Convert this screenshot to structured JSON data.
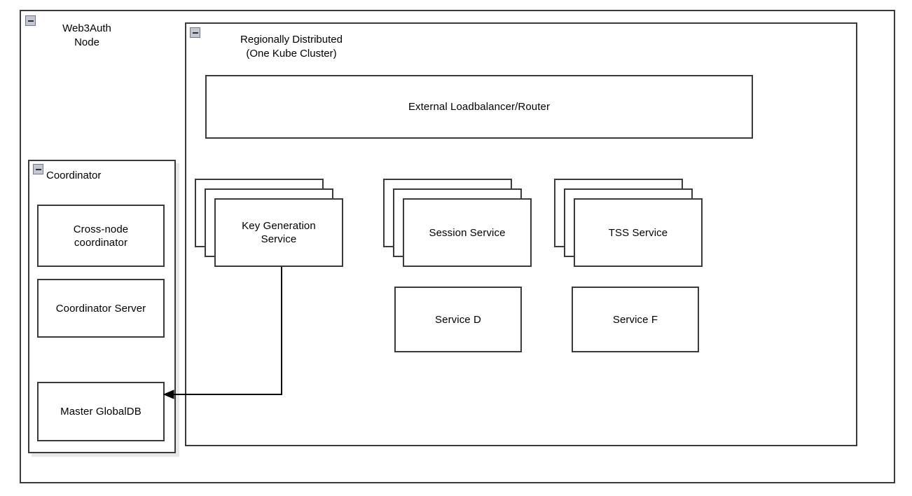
{
  "diagram": {
    "outer_node": {
      "title": "Web3Auth\nNode",
      "collapse_icon": "minus-box-icon"
    },
    "cluster": {
      "title": "Regionally Distributed\n(One Kube Cluster)",
      "collapse_icon": "minus-box-icon"
    },
    "coordinator": {
      "title": "Coordinator",
      "collapse_icon": "minus-box-icon",
      "children": [
        {
          "label": "Cross-node\ncoordinator"
        },
        {
          "label": "Coordinator Server"
        },
        {
          "label": "Master GlobalDB"
        }
      ]
    },
    "loadbalancer": {
      "label": "External Loadbalancer/Router"
    },
    "replica_services": [
      {
        "label": "Key Generation\nService",
        "replicas": 3
      },
      {
        "label": "Session Service",
        "replicas": 3
      },
      {
        "label": "TSS Service",
        "replicas": 3
      }
    ],
    "single_services": [
      {
        "label": "Service D"
      },
      {
        "label": "Service F"
      }
    ],
    "connector": {
      "from": "Key Generation Service",
      "to": "Master GlobalDB",
      "arrow": "arrow-left-icon"
    },
    "colors": {
      "stroke": "#3b3b3b",
      "background": "#ffffff",
      "text": "#000000",
      "toggle_fill": "#c3c7d1",
      "toggle_border": "#6f7685",
      "shadow": "#e8e8e8"
    }
  }
}
